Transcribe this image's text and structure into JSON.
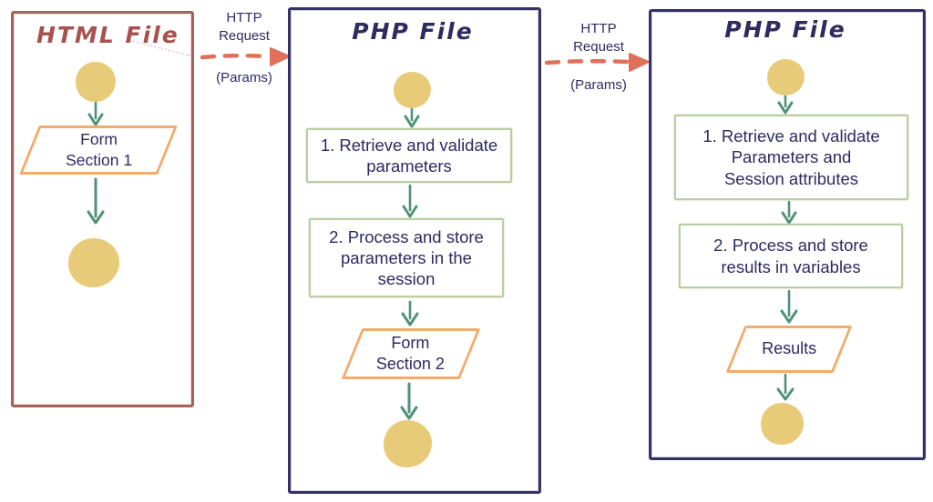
{
  "colors": {
    "frame_html": "#a8605b",
    "frame_php": "#343167",
    "text_primary": "#2d2a63",
    "title_html": "#a6524e",
    "title_php": "#2e2b5e",
    "process_box_border": "#b9cfa3",
    "io_border": "#f2ab6b",
    "node_fill": "#e8cb79",
    "flow_arrow": "#4f9276",
    "http_arrow": "#e0705a"
  },
  "connectors": [
    {
      "label": "HTTP Request",
      "sublabel": "(Params)"
    },
    {
      "label": "HTTP Request",
      "sublabel": "(Params)"
    }
  ],
  "columns": [
    {
      "title": "HTML File",
      "io": [
        "Form",
        "Section 1"
      ]
    },
    {
      "title": "PHP File",
      "step1": [
        "1. Retrieve and validate",
        "parameters"
      ],
      "step2": [
        "2. Process and store",
        "parameters in the",
        "session"
      ],
      "io": [
        "Form",
        "Section 2"
      ]
    },
    {
      "title": "PHP File",
      "step1": [
        "1. Retrieve and validate",
        "Parameters and",
        "Session attributes"
      ],
      "step2": [
        "2. Process and store",
        "results in variables"
      ],
      "io": [
        "Results"
      ]
    }
  ]
}
